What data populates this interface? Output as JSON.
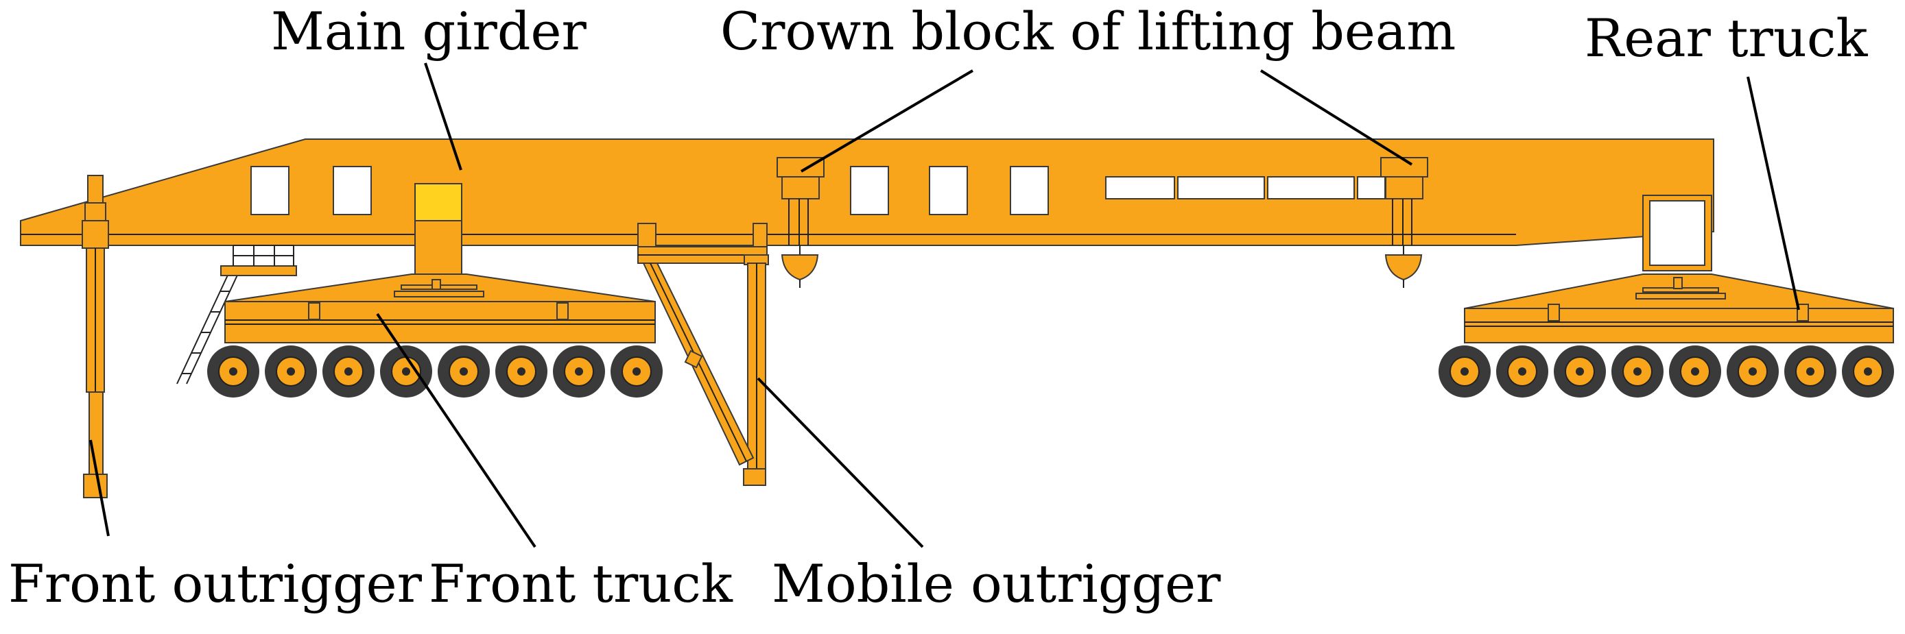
{
  "colors": {
    "machine": "#F9A51B",
    "outline": "#3a3a3a",
    "tire": "#3a3a3a",
    "cab_window": "#FFD21F"
  },
  "labels": {
    "main_girder": "Main girder",
    "crown_block": "Crown block of lifting beam",
    "rear_truck": "Rear truck",
    "front_outrigger": "Front outrigger",
    "front_truck": "Front truck",
    "mobile_outrigger": "Mobile outrigger"
  },
  "front_truck": {
    "wheel_count": 8
  },
  "rear_truck": {
    "wheel_count": 8
  }
}
